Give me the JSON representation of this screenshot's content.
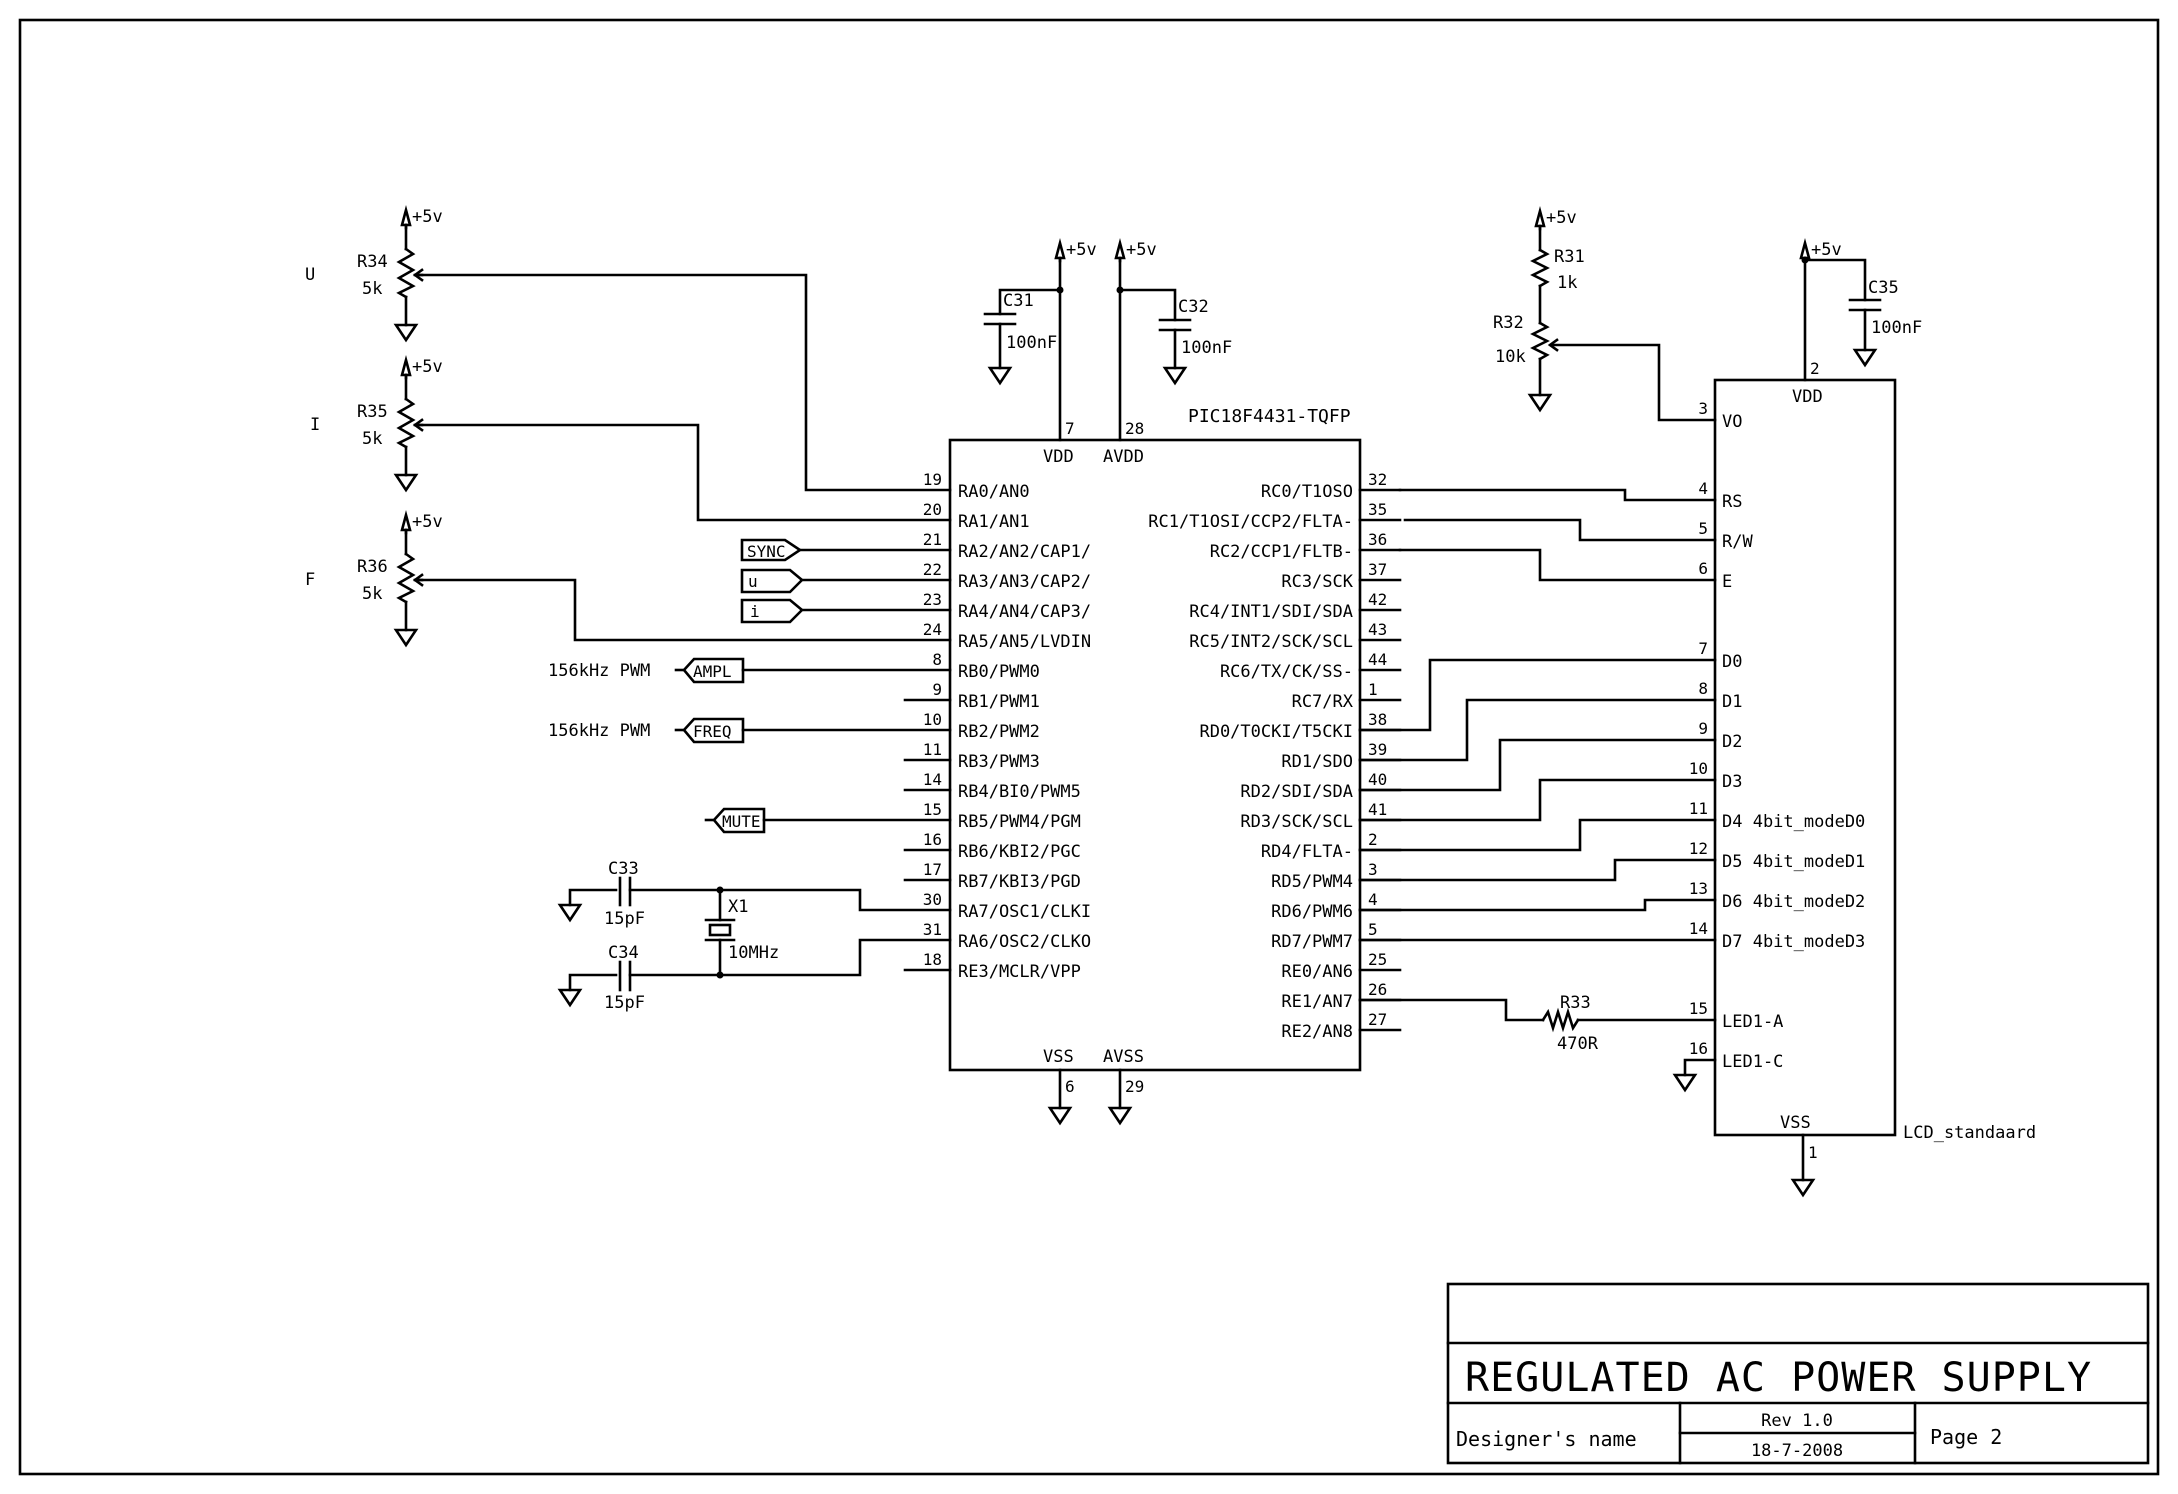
{
  "title_block": {
    "title": "REGULATED AC POWER SUPPLY",
    "designer": "Designer's name",
    "revision": "Rev 1.0",
    "date": "18-7-2008",
    "page": "Page 2"
  },
  "supply_label": "+5v",
  "pots": [
    {
      "ref": "R34",
      "value": "5k",
      "label": "U"
    },
    {
      "ref": "R35",
      "value": "5k",
      "label": "I"
    },
    {
      "ref": "R36",
      "value": "5k",
      "label": "F"
    }
  ],
  "mcu": {
    "part": "PIC18F4431-TQFP",
    "top_pins": [
      {
        "num": "7",
        "name": "VDD"
      },
      {
        "num": "28",
        "name": "AVDD"
      }
    ],
    "bottom_pins": [
      {
        "num": "6",
        "name": "VSS"
      },
      {
        "num": "29",
        "name": "AVSS"
      }
    ],
    "left_pins": [
      {
        "num": "19",
        "name": "RA0/AN0"
      },
      {
        "num": "20",
        "name": "RA1/AN1"
      },
      {
        "num": "21",
        "name": "RA2/AN2/CAP1/"
      },
      {
        "num": "22",
        "name": "RA3/AN3/CAP2/"
      },
      {
        "num": "23",
        "name": "RA4/AN4/CAP3/"
      },
      {
        "num": "24",
        "name": "RA5/AN5/LVDIN"
      },
      {
        "num": "8",
        "name": "RB0/PWM0"
      },
      {
        "num": "9",
        "name": "RB1/PWM1"
      },
      {
        "num": "10",
        "name": "RB2/PWM2"
      },
      {
        "num": "11",
        "name": "RB3/PWM3"
      },
      {
        "num": "14",
        "name": "RB4/BI0/PWM5"
      },
      {
        "num": "15",
        "name": "RB5/PWM4/PGM"
      },
      {
        "num": "16",
        "name": "RB6/KBI2/PGC"
      },
      {
        "num": "17",
        "name": "RB7/KBI3/PGD"
      },
      {
        "num": "30",
        "name": "RA7/OSC1/CLKI"
      },
      {
        "num": "31",
        "name": "RA6/OSC2/CLKO"
      },
      {
        "num": "18",
        "name": "RE3/MCLR/VPP"
      }
    ],
    "right_pins": [
      {
        "num": "32",
        "name": "RC0/T1OSO"
      },
      {
        "num": "35",
        "name": "RC1/T1OSI/CCP2/FLTA-"
      },
      {
        "num": "36",
        "name": "RC2/CCP1/FLTB-"
      },
      {
        "num": "37",
        "name": "RC3/SCK"
      },
      {
        "num": "42",
        "name": "RC4/INT1/SDI/SDA"
      },
      {
        "num": "43",
        "name": "RC5/INT2/SCK/SCL"
      },
      {
        "num": "44",
        "name": "RC6/TX/CK/SS-"
      },
      {
        "num": "1",
        "name": "RC7/RX"
      },
      {
        "num": "38",
        "name": "RD0/T0CKI/T5CKI"
      },
      {
        "num": "39",
        "name": "RD1/SDO"
      },
      {
        "num": "40",
        "name": "RD2/SDI/SDA"
      },
      {
        "num": "41",
        "name": "RD3/SCK/SCL"
      },
      {
        "num": "2",
        "name": "RD4/FLTA-"
      },
      {
        "num": "3",
        "name": "RD5/PWM4"
      },
      {
        "num": "4",
        "name": "RD6/PWM6"
      },
      {
        "num": "5",
        "name": "RD7/PWM7"
      },
      {
        "num": "25",
        "name": "RE0/AN6"
      },
      {
        "num": "26",
        "name": "RE1/AN7"
      },
      {
        "num": "27",
        "name": "RE2/AN8"
      }
    ]
  },
  "decoupling": [
    {
      "ref": "C31",
      "value": "100nF"
    },
    {
      "ref": "C32",
      "value": "100nF"
    },
    {
      "ref": "C35",
      "value": "100nF"
    }
  ],
  "crystal": {
    "ref": "X1",
    "value": "10MHz",
    "caps": [
      {
        "ref": "C33",
        "value": "15pF"
      },
      {
        "ref": "C34",
        "value": "15pF"
      }
    ]
  },
  "net_ports": {
    "sync": "SYNC",
    "u": "u",
    "i": "i",
    "ampl": "AMPL",
    "freq": "FREQ",
    "mute": "MUTE",
    "pwm_note": "156kHz PWM"
  },
  "contrast": {
    "r31": {
      "ref": "R31",
      "value": "1k"
    },
    "r32": {
      "ref": "R32",
      "value": "10k"
    }
  },
  "backlight_resistor": {
    "ref": "R33",
    "value": "470R"
  },
  "lcd": {
    "part": "LCD_standaard",
    "top_pin": {
      "num": "2",
      "name": "VDD"
    },
    "bottom_pin": {
      "num": "1",
      "name": "VSS"
    },
    "left_pins": [
      {
        "num": "3",
        "name": "VO"
      },
      {
        "num": "4",
        "name": "RS"
      },
      {
        "num": "5",
        "name": "R/W"
      },
      {
        "num": "6",
        "name": "E"
      },
      {
        "num": "7",
        "name": "D0"
      },
      {
        "num": "8",
        "name": "D1"
      },
      {
        "num": "9",
        "name": "D2"
      },
      {
        "num": "10",
        "name": "D3"
      },
      {
        "num": "11",
        "name": "D4 4bit_modeD0"
      },
      {
        "num": "12",
        "name": "D5 4bit_modeD1"
      },
      {
        "num": "13",
        "name": "D6 4bit_modeD2"
      },
      {
        "num": "14",
        "name": "D7 4bit_modeD3"
      },
      {
        "num": "15",
        "name": "LED1-A"
      },
      {
        "num": "16",
        "name": "LED1-C"
      }
    ]
  }
}
